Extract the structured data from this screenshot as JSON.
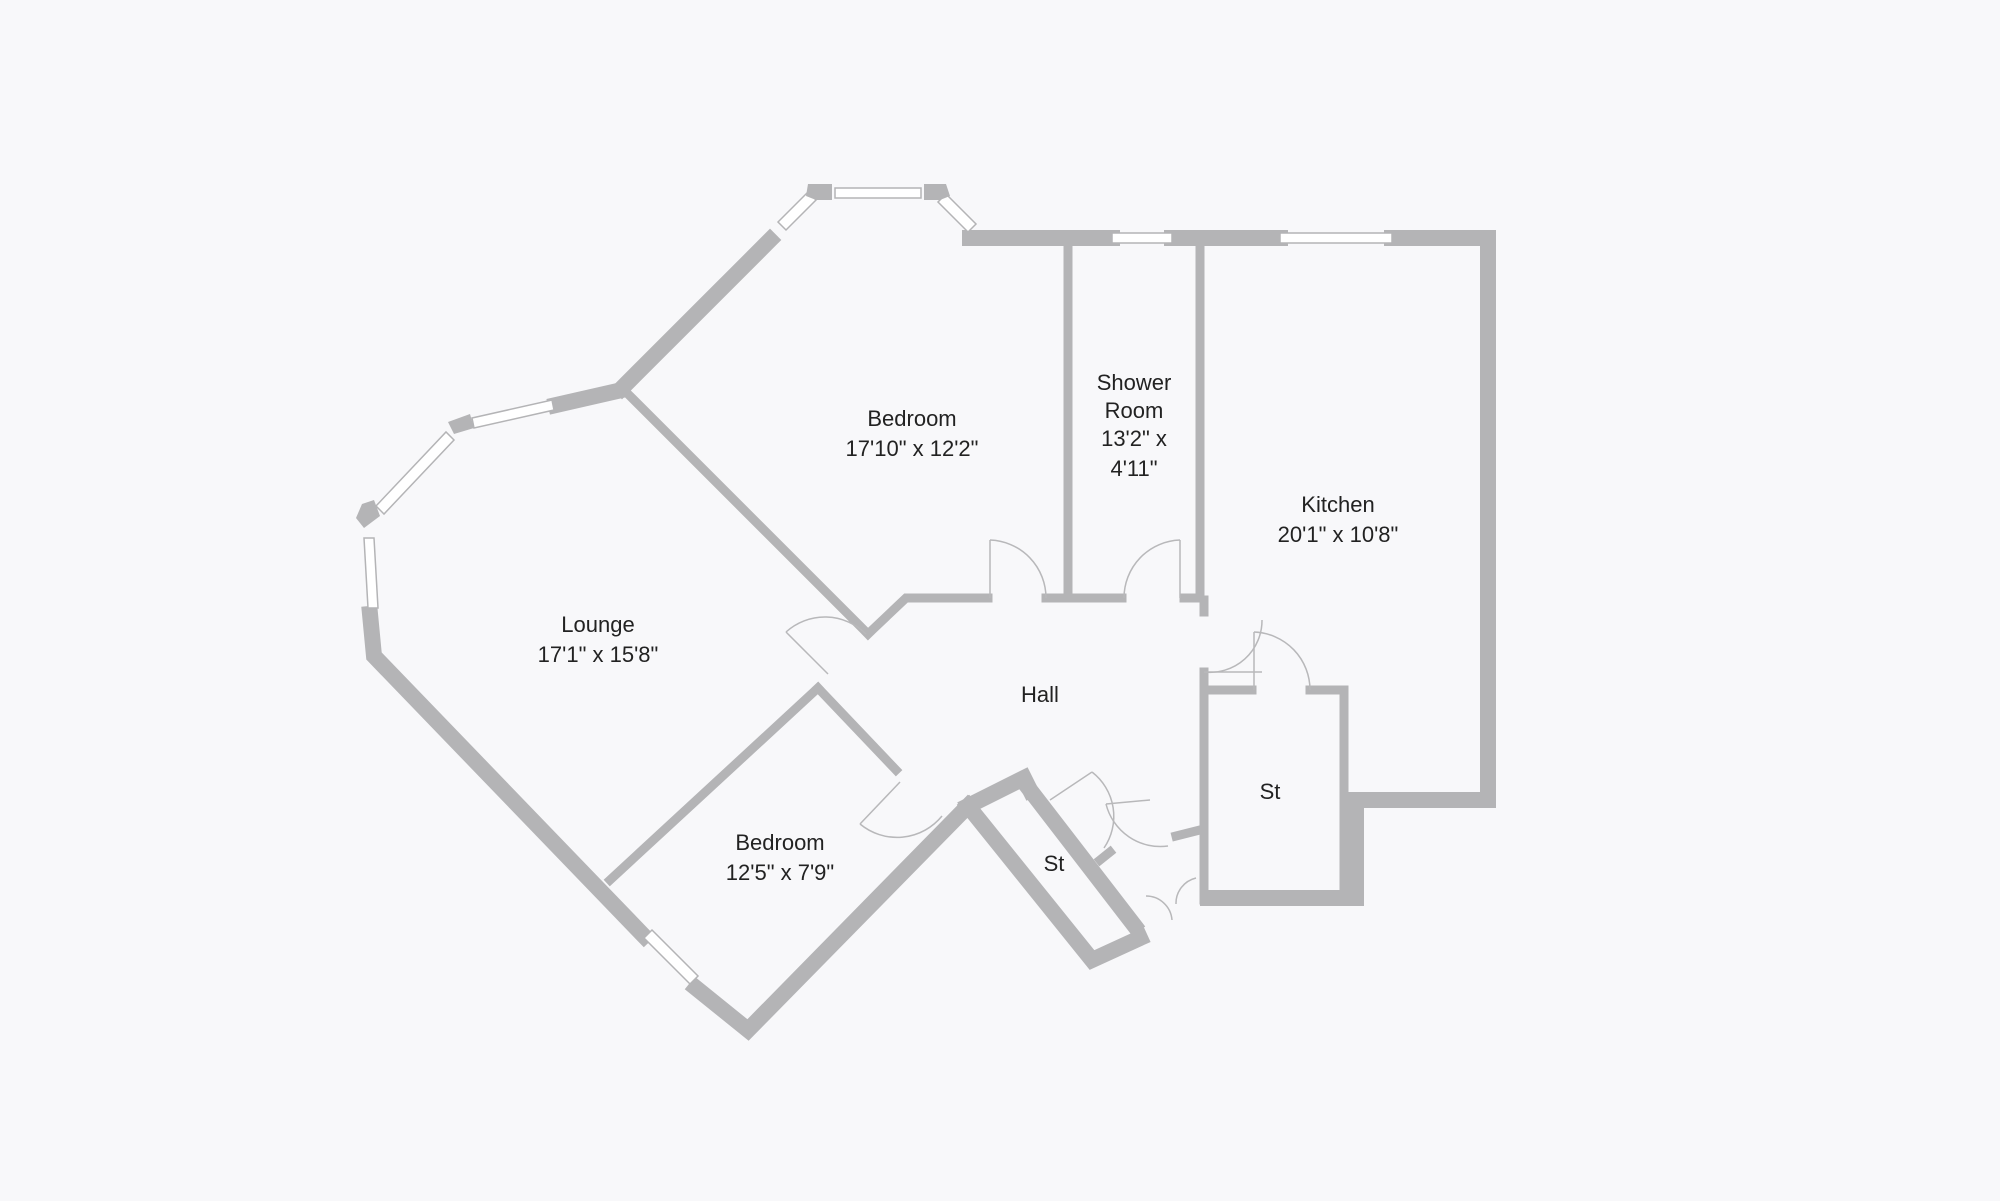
{
  "colors": {
    "background": "#f8f8fa",
    "wall": "#b4b4b6",
    "window": "#ffffff",
    "door_line": "#b8b8ba",
    "text": "#222222"
  },
  "rooms": {
    "bedroom1": {
      "name": "Bedroom",
      "dims": "17'10\" x 12'2\""
    },
    "shower": {
      "name1": "Shower",
      "name2": "Room",
      "dims1": "13'2\" x",
      "dims2": "4'11\""
    },
    "kitchen": {
      "name": "Kitchen",
      "dims": "20'1\" x 10'8\""
    },
    "lounge": {
      "name": "Lounge",
      "dims": "17'1\" x 15'8\""
    },
    "hall": {
      "name": "Hall"
    },
    "bedroom2": {
      "name": "Bedroom",
      "dims": "12'5\" x 7'9\""
    },
    "store1": {
      "name": "St"
    },
    "store2": {
      "name": "St"
    }
  }
}
